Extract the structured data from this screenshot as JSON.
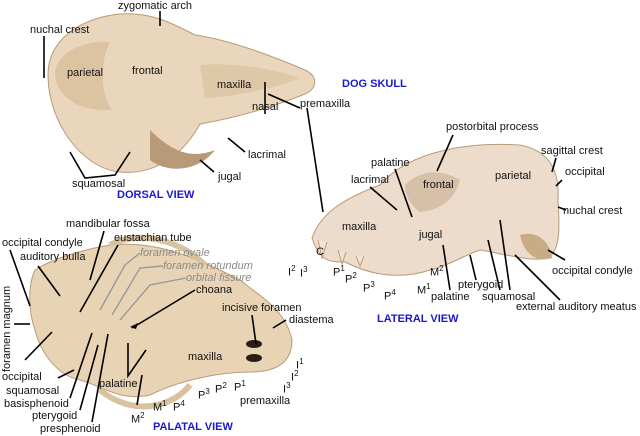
{
  "title": "DOG SKULL",
  "colors": {
    "title": "#1a1acc",
    "bone": "#e9d6bc",
    "shadow": "#c7ad8c",
    "faint_label": "#8a8a8a"
  },
  "dorsal": {
    "view_title": "DORSAL VIEW",
    "labels": {
      "zygomatic_arch": "zygomatic arch",
      "nuchal_crest": "nuchal crest",
      "parietal": "parietal",
      "frontal": "frontal",
      "maxilla": "maxilla",
      "nasal": "nasal",
      "premaxilla": "premaxilla",
      "lacrimal": "lacrimal",
      "jugal": "jugal",
      "squamosal": "squamosal"
    }
  },
  "lateral": {
    "view_title": "LATERAL VIEW",
    "labels": {
      "postorbital_process": "postorbital process",
      "palatine_top": "palatine",
      "sagittal_crest": "sagittal crest",
      "occipital": "occipital",
      "lacrimal": "lacrimal",
      "frontal": "frontal",
      "parietal": "parietal",
      "nuchal_crest": "nuchal crest",
      "maxilla": "maxilla",
      "jugal": "jugal",
      "canine": "C",
      "occipital_condyle": "occipital condyle",
      "pterygoid": "pterygoid",
      "palatine_bottom": "palatine",
      "squamosal": "squamosal",
      "external_auditory_meatus": "external auditory meatus"
    },
    "teeth": {
      "I2": [
        "I",
        "2"
      ],
      "I3": [
        "I",
        "3"
      ],
      "P1": [
        "P",
        "1"
      ],
      "P2": [
        "P",
        "2"
      ],
      "P3": [
        "P",
        "3"
      ],
      "P4": [
        "P",
        "4"
      ],
      "M1": [
        "M",
        "1"
      ],
      "M2": [
        "M",
        "2"
      ]
    }
  },
  "palatal": {
    "view_title": "PALATAL VIEW",
    "labels": {
      "mandibular_fossa": "mandibular fossa",
      "eustachian_tube": "eustachian tube",
      "occipital_condyle": "occipital condyle",
      "auditory_bulla": "auditory bulla",
      "foramen_ovale": "foramen ovale",
      "foramen_rotundum": "foramen rotundum",
      "orbital_fissure": "orbital fissure",
      "choana": "choana",
      "foramen_magnum": "foramen magnum",
      "incisive_foramen": "incisive foramen",
      "diastema": "diastema",
      "maxilla": "maxilla",
      "palatine": "palatine",
      "premaxilla": "premaxilla",
      "occipital": "occipital",
      "squamosal": "squamosal",
      "basisphenoid": "basisphenoid",
      "pterygoid": "pterygoid",
      "presphenoid": "presphenoid"
    },
    "teeth": {
      "I1": [
        "I",
        "1"
      ],
      "I2": [
        "I",
        "2"
      ],
      "I3": [
        "I",
        "3"
      ],
      "P1": [
        "P",
        "1"
      ],
      "P2": [
        "P",
        "2"
      ],
      "P3": [
        "P",
        "3"
      ],
      "P4": [
        "P",
        "4"
      ],
      "M1": [
        "M",
        "1"
      ],
      "M2": [
        "M",
        "2"
      ]
    }
  }
}
